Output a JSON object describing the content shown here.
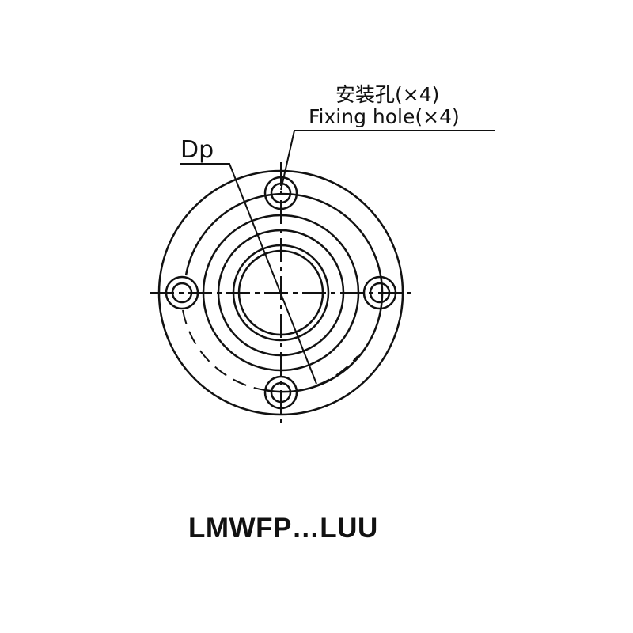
{
  "labels": {
    "fixing_hole_cn": "安装孔(×4)",
    "fixing_hole_en": "Fixing hole(×4)",
    "dp": "Dp"
  },
  "title": "LMWFP…LUU"
}
